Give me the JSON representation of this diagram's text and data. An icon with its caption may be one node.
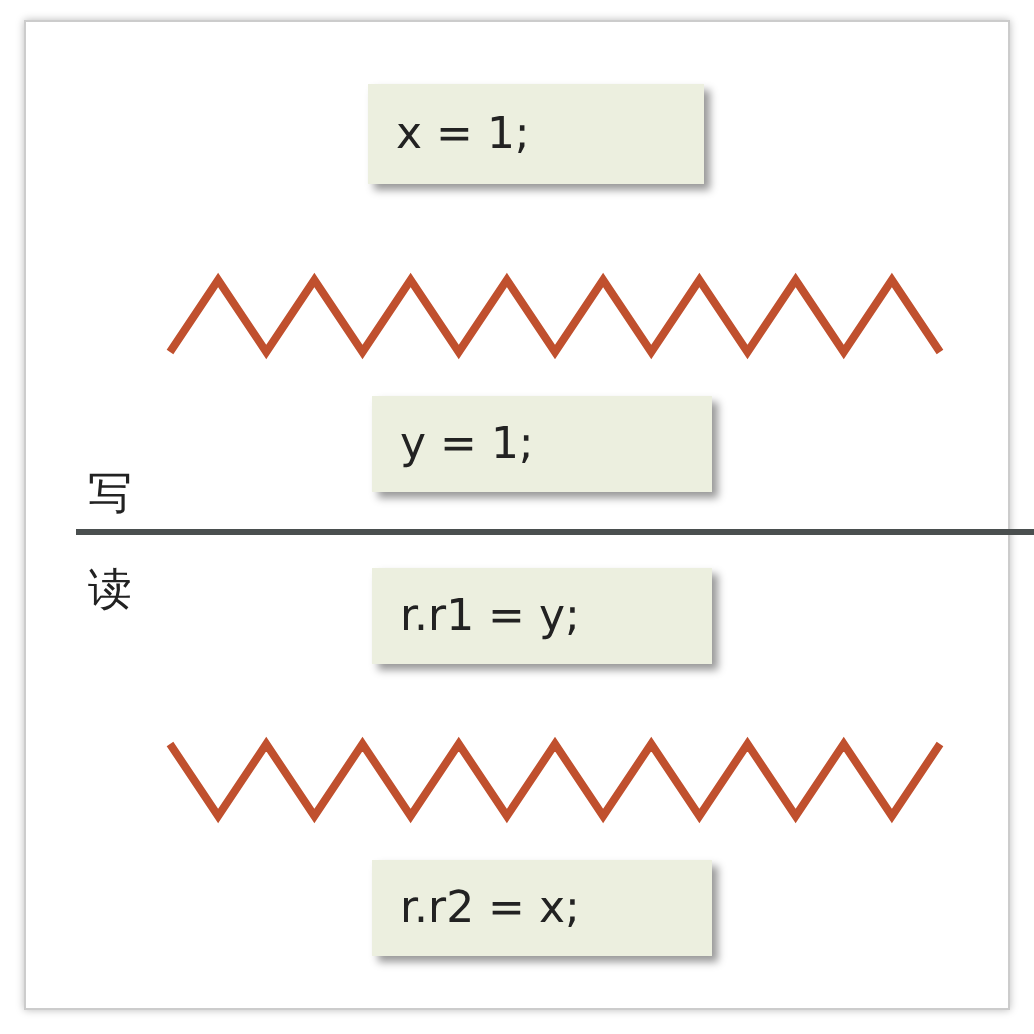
{
  "diagram": {
    "nodes": [
      {
        "text": [
          "x = 1;"
        ]
      },
      {
        "text": [
          "y = 1;"
        ]
      },
      {
        "text": [
          "r.r1 = y;"
        ]
      },
      {
        "text": [
          "r.r2 = x;"
        ]
      }
    ],
    "labels": [
      "写",
      "读"
    ]
  }
}
